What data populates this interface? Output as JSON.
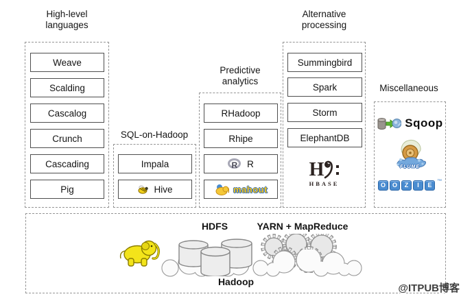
{
  "col1": {
    "title1": "High-level",
    "title2": "languages",
    "items": [
      "Weave",
      "Scalding",
      "Cascalog",
      "Crunch",
      "Cascading",
      "Pig"
    ]
  },
  "col2": {
    "title1": "SQL-on-Hadoop",
    "items": [
      "Impala",
      "Hive"
    ]
  },
  "col3": {
    "title1": "Predictive",
    "title2": "analytics",
    "items": [
      "RHadoop",
      "Rhipe",
      "R",
      "mahout"
    ],
    "r_icon_letter": "R"
  },
  "col4": {
    "title1": "Alternative",
    "title2": "processing",
    "items": [
      "Summingbird",
      "Spark",
      "Storm",
      "ElephantDB"
    ],
    "hbase": {
      "h": "H",
      "label": "HBASE"
    }
  },
  "col5": {
    "title1": "Miscellaneous",
    "sqoop_label": "Sqoop",
    "flume_label": "FLUME",
    "oozie_letters": [
      "O",
      "O",
      "Z",
      "I",
      "E"
    ],
    "oozie_tm": "™"
  },
  "platform": {
    "hdfs_label": "HDFS",
    "yarn_label": "YARN + MapReduce",
    "hadoop_label": "Hadoop"
  },
  "watermark": {
    "text": "@ITPUB博客"
  },
  "colors": {
    "box_border": "#4d4d4d",
    "dash_border": "#949494",
    "hadoop_yellow": "#f3e41a",
    "oozie_blue": "#4a8cd0",
    "mahout_yellow": "#f2c41e",
    "flume_blue": "#74a8dc",
    "sqoop_green": "#5cb332",
    "hbase_dark": "#2b2220"
  }
}
